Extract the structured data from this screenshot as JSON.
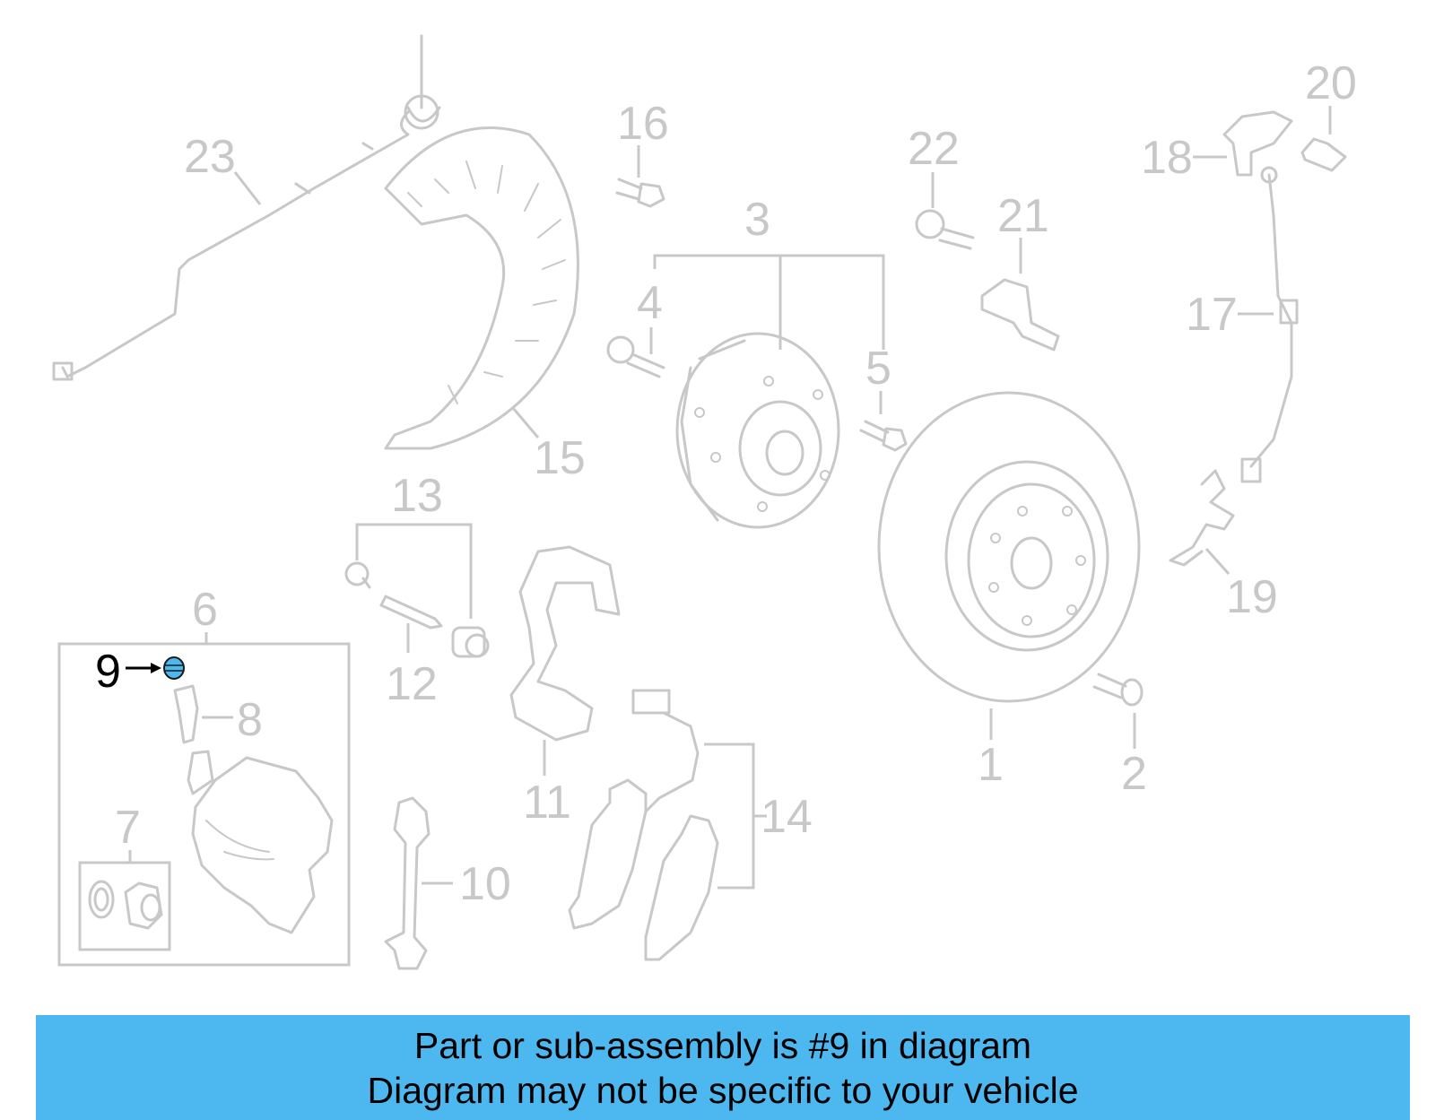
{
  "callouts": {
    "c1": "1",
    "c2": "2",
    "c3": "3",
    "c4": "4",
    "c5": "5",
    "c6": "6",
    "c7": "7",
    "c8": "8",
    "c9": "9",
    "c10": "10",
    "c11": "11",
    "c12": "12",
    "c13": "13",
    "c14": "14",
    "c15": "15",
    "c16": "16",
    "c17": "17",
    "c18": "18",
    "c19": "19",
    "c20": "20",
    "c21": "21",
    "c22": "22",
    "c23": "23"
  },
  "highlight": {
    "callout": "9",
    "color": "#4db8f0"
  },
  "banner": {
    "line1": "Part or sub-assembly is #9 in diagram",
    "line2": "Diagram may not be specific to your vehicle",
    "background": "#4db8f0"
  },
  "colors": {
    "part_gray": "#c8c8c8",
    "highlight": "#4db8f0"
  }
}
